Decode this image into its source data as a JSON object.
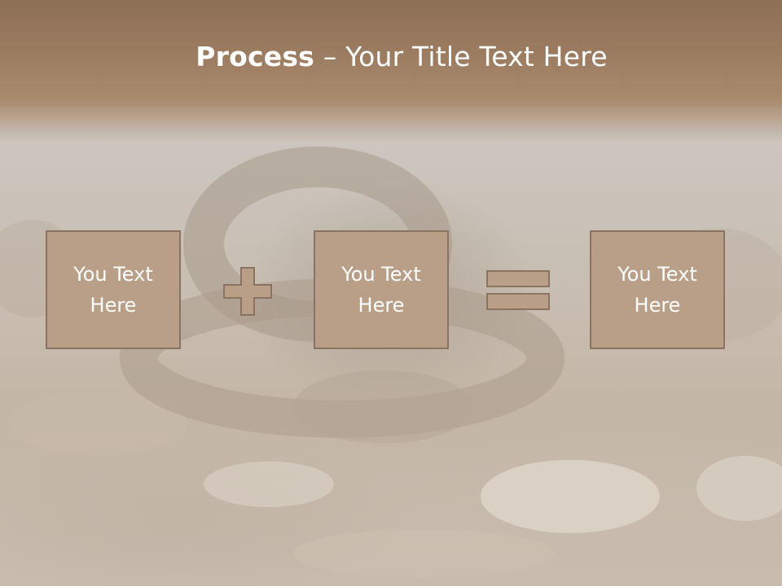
{
  "slide": {
    "title_bold": "Process",
    "title_rest": " – Your Title Text Here",
    "box1_text": "You Text Here",
    "box2_text": "You Text Here",
    "box3_text": "You Text Here",
    "operator1": "plus-icon",
    "operator2": "equals-icon"
  },
  "colors": {
    "header": "#9c7d62",
    "box_fill": "#b99f87",
    "box_border": "#8a7360",
    "text": "#ffffff"
  }
}
